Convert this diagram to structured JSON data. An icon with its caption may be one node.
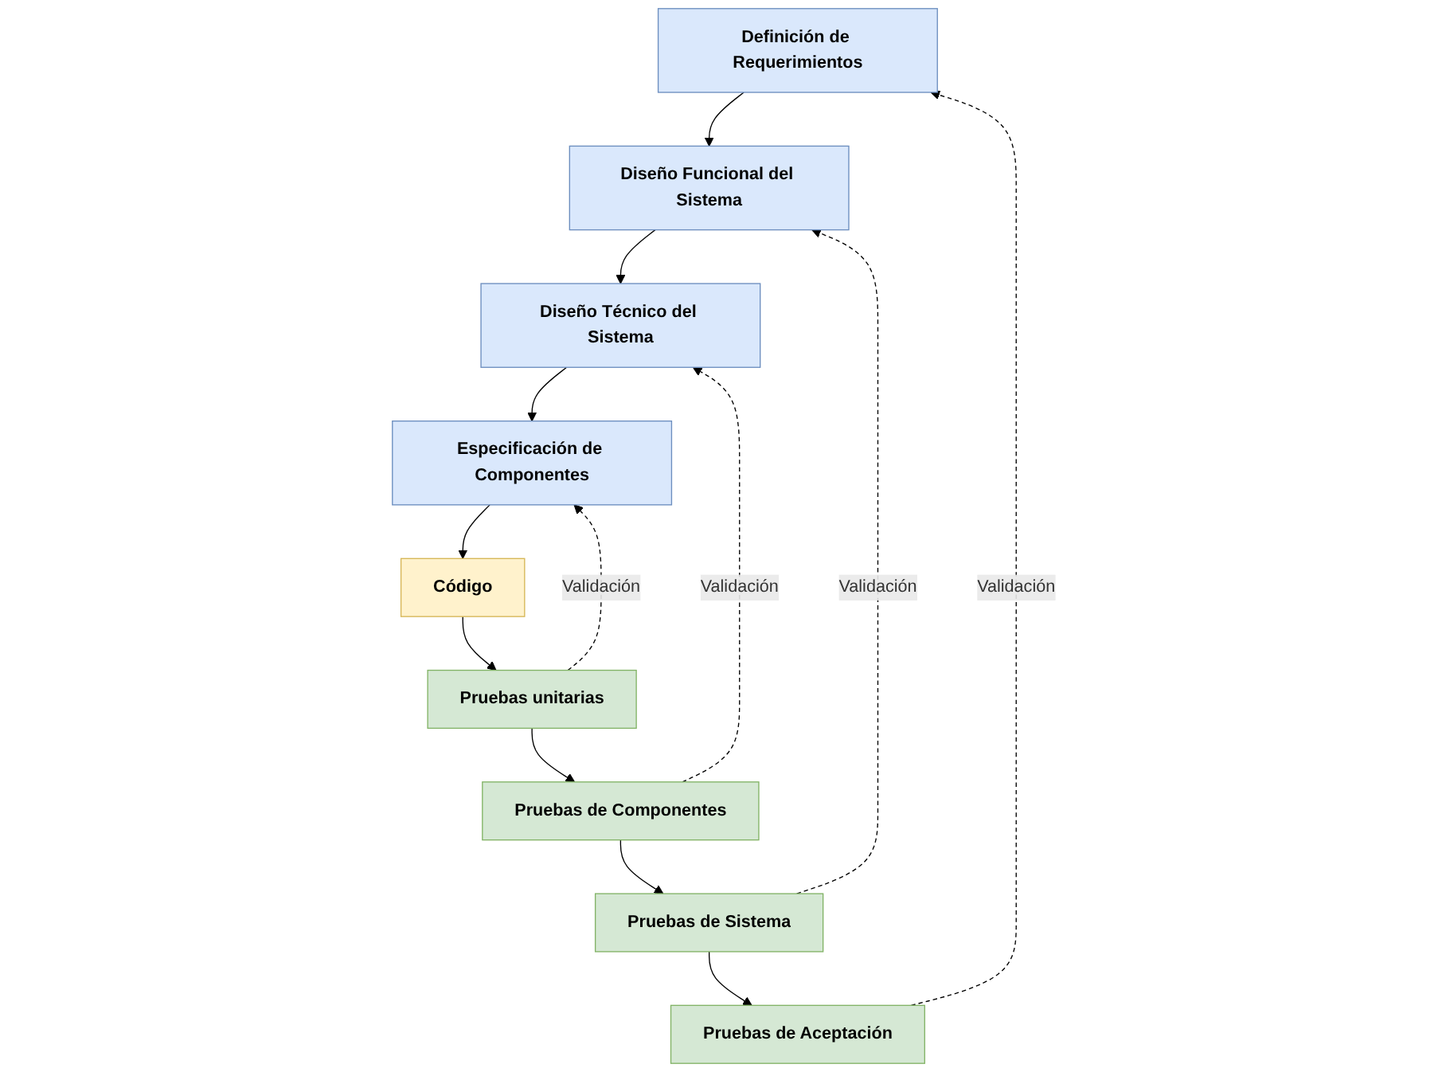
{
  "diagram": {
    "nodes": [
      {
        "text": [
          "Definición de Requerimientos"
        ]
      },
      {
        "text": [
          "Diseño Funcional del Sistema"
        ]
      },
      {
        "text": [
          "Diseño Técnico del Sistema"
        ]
      },
      {
        "text": [
          "Especificación de Componentes"
        ]
      },
      {
        "text": [
          "Código"
        ]
      },
      {
        "text": [
          "Pruebas unitarias"
        ]
      },
      {
        "text": [
          "Pruebas de Componentes"
        ]
      },
      {
        "text": [
          "Pruebas de Sistema"
        ]
      },
      {
        "text": [
          "Pruebas de Aceptación"
        ]
      }
    ],
    "edges": [
      {
        "from": 0,
        "to": 1,
        "arrow": "to"
      },
      {
        "from": 1,
        "to": 2,
        "arrow": "to"
      },
      {
        "from": 2,
        "to": 3,
        "arrow": "to"
      },
      {
        "from": 3,
        "to": 4,
        "arrow": "to"
      },
      {
        "from": 4,
        "to": 5,
        "arrow": "to"
      },
      {
        "from": 5,
        "to": 6,
        "arrow": "to"
      },
      {
        "from": 6,
        "to": 7,
        "arrow": "to"
      },
      {
        "from": 7,
        "to": 8,
        "arrow": "to"
      },
      {
        "from": 8,
        "to": 0,
        "arrow": "to",
        "label": "Validación",
        "style": "dashed"
      },
      {
        "from": 7,
        "to": 1,
        "arrow": "to",
        "label": "Validación",
        "style": "dashed"
      },
      {
        "from": 6,
        "to": 2,
        "arrow": "to",
        "label": "Validación",
        "style": "dashed"
      },
      {
        "from": 5,
        "to": 3,
        "arrow": "to",
        "label": "Validación",
        "style": "dashed"
      }
    ]
  }
}
